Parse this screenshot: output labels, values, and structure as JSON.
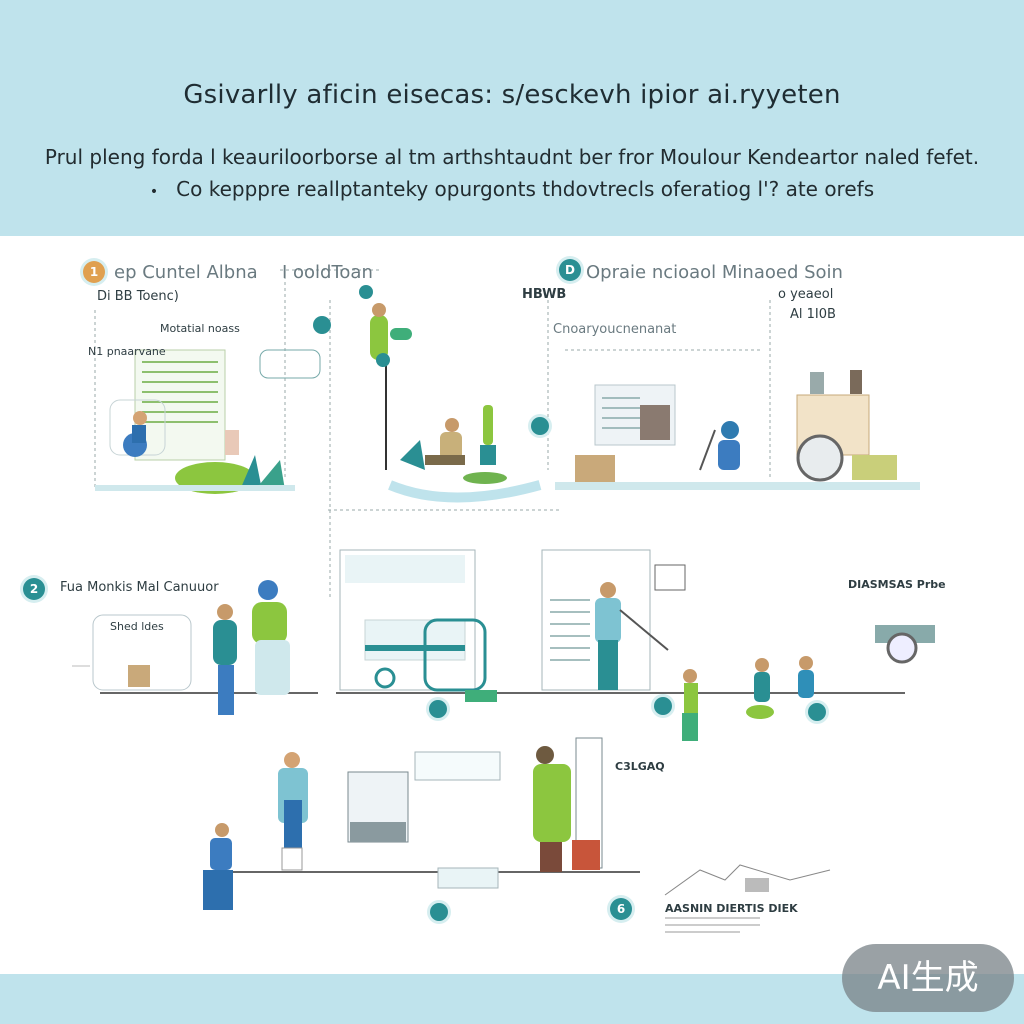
{
  "header": {
    "title": "Gsivarlly aficin eisecas: s/esckevh ipior ai.ryyeten",
    "line1": "Prul pleng forda l keauriloorborse al tm arthshtaudnt ber fror Moulour Kendeartor naled fefet.",
    "line2_bullet": "•",
    "line2": "Co kepppre reallptanteky opurgonts thdovtrecls oferatiog l'? ate orefs"
  },
  "section1": {
    "badge": "1",
    "title": "ep Cuntel Albna",
    "title2": "I ooldToan",
    "sub1": "Di BB Toenc)",
    "sub2": "Motatial noass",
    "sub3": "N1 pnaarvane"
  },
  "section2": {
    "badge": "D",
    "title": "Opraie ncioaol Minaoed Soin",
    "tag1": "HBWB",
    "tag2": "o yeaeol",
    "tag3": "Al 1I0B",
    "sub": "Cnoaryoucnenanat"
  },
  "section3": {
    "badge": "2",
    "title": "Fua Monkis Mal Canuuor",
    "sub": "Shed ldes",
    "tag": "DIASMSAS Prbe"
  },
  "section4": {
    "tag": "C3LGAQ",
    "footer_tag": "AASNIN DIERTIS DIEK",
    "badge": "6"
  },
  "watermark": "AI生成",
  "colors": {
    "header_bg": "#bfe3ec",
    "accent": "#2a8f93",
    "leaf_green": "#8cc63f",
    "figure_blue": "#3c7cc0",
    "ground": "#a9d6dd"
  }
}
